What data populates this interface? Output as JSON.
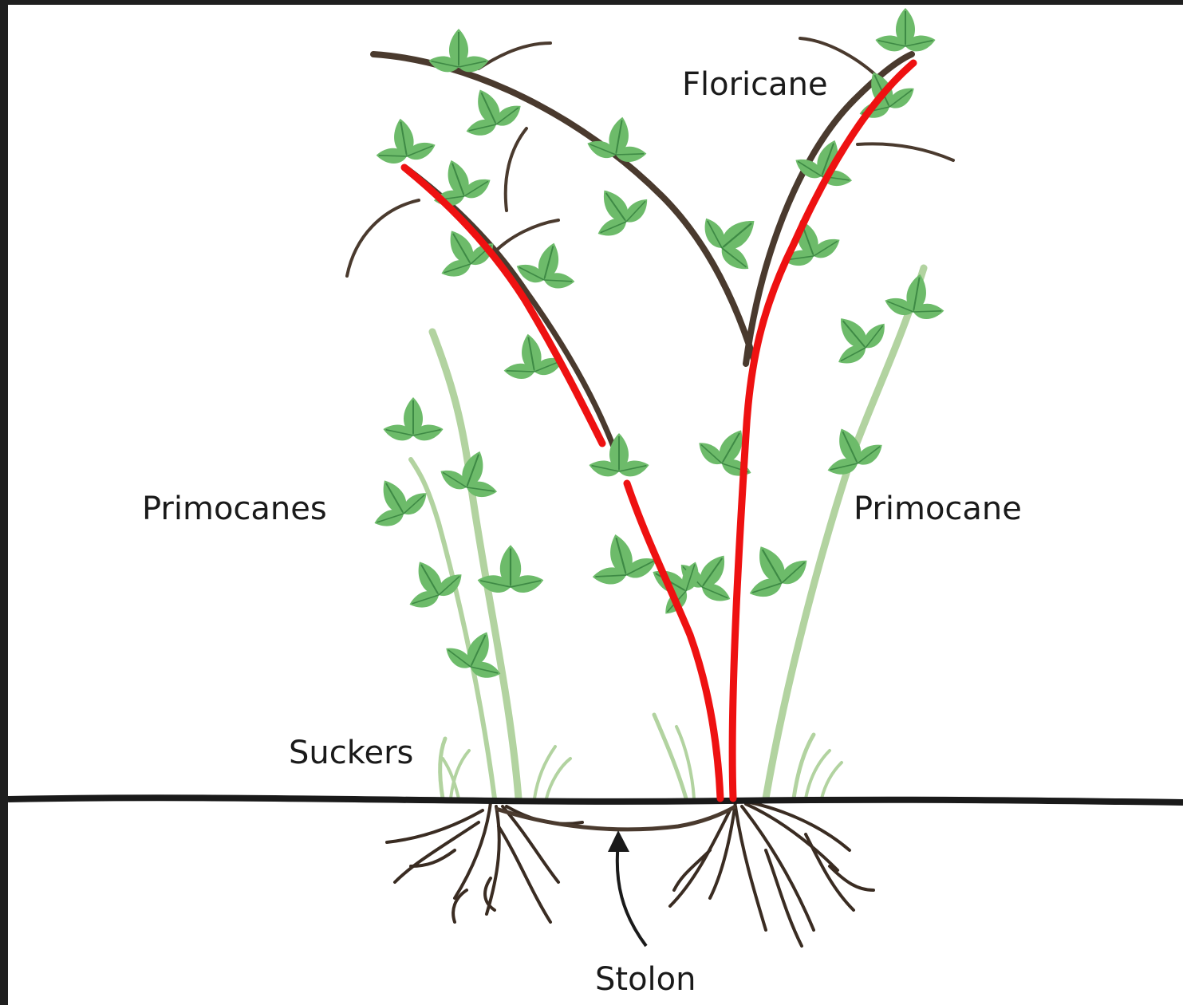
{
  "labels": {
    "floricane": "Floricane",
    "primocanes": "Primocanes",
    "primocane": "Primocane",
    "suckers": "Suckers",
    "stolon": "Stolon"
  },
  "colors": {
    "frame": "#1f1f1f",
    "background": "#ffffff",
    "highlight": "#ee1111",
    "cane": "#4a3a2e",
    "ground": "#1a1a1a",
    "leaf": "#6dbb6a",
    "leaf_vein": "#3e8a45",
    "young_shoot": "#b2d3a0"
  }
}
